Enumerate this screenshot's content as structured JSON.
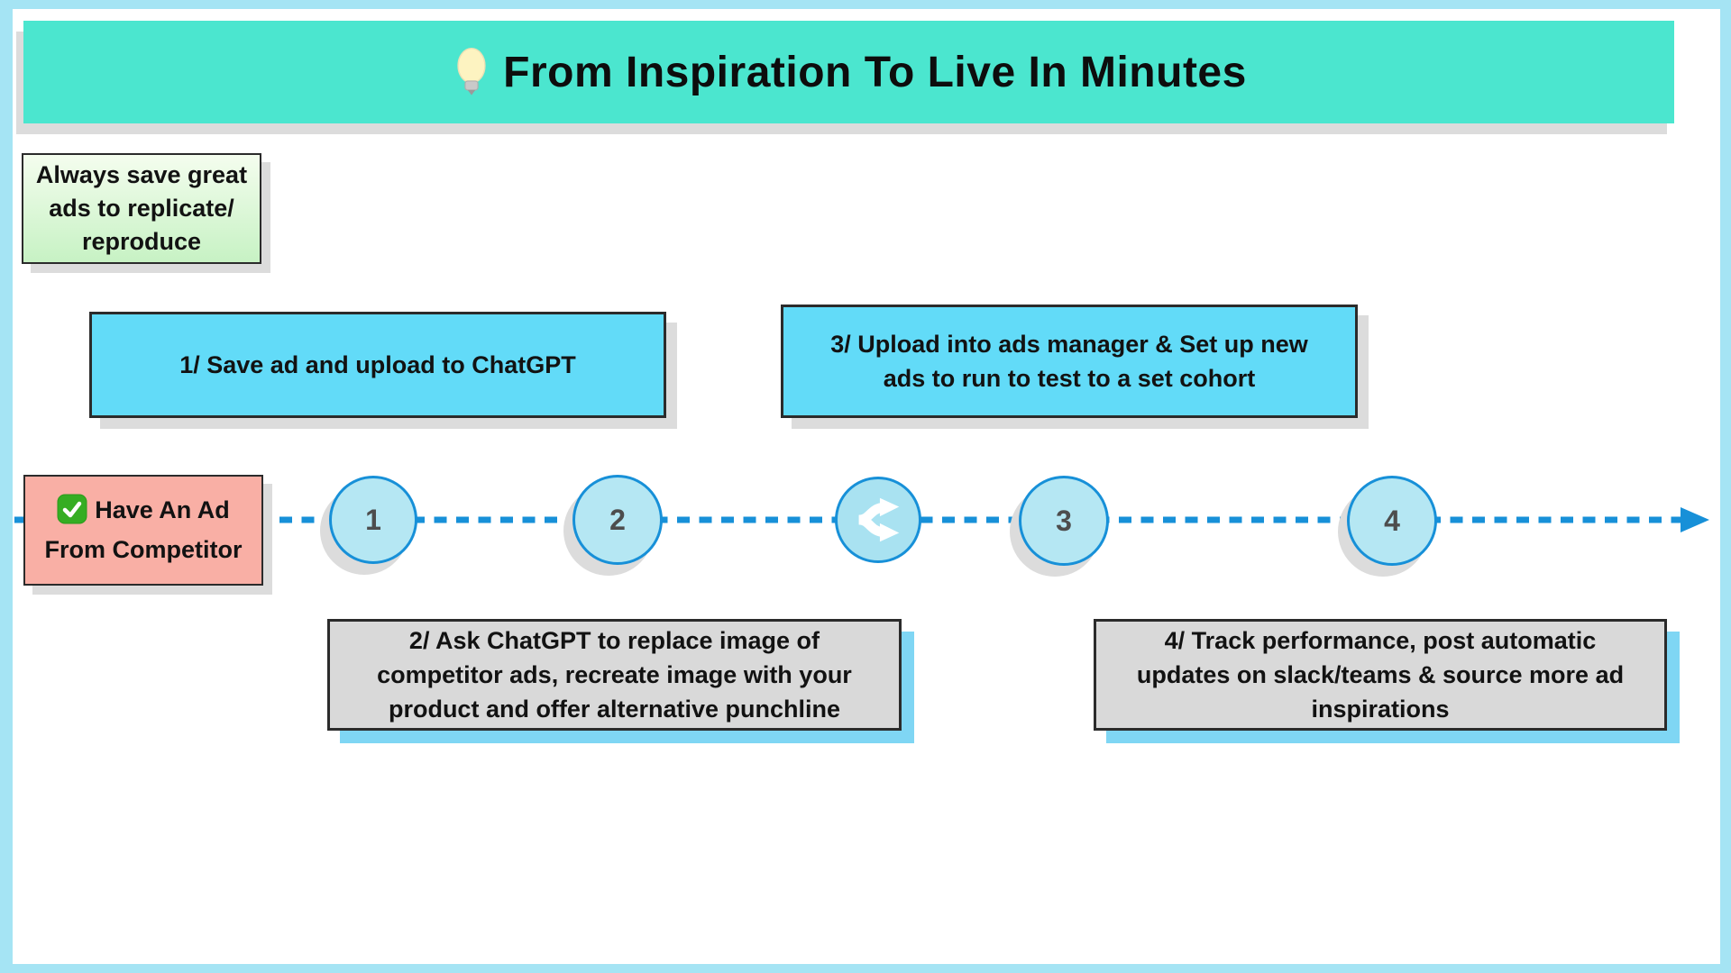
{
  "header": {
    "icon": "lightbulb-icon",
    "title": "From Inspiration To Live In Minutes"
  },
  "note": {
    "text": "Always save great\nads to replicate/\nreproduce"
  },
  "start": {
    "icon": "check-mark-icon",
    "label": "Have An Ad\nFrom Competitor"
  },
  "steps": [
    {
      "id": "1",
      "label": "1/ Save ad and upload to ChatGPT"
    },
    {
      "id": "2",
      "label": "2/ Ask ChatGPT to replace image of\ncompetitor ads, recreate image with your\nproduct and offer alternative punchline"
    },
    {
      "id": "3",
      "label": "3/ Upload into ads manager & Set up new\nads to run to test to a set cohort"
    },
    {
      "id": "4",
      "label": "4/ Track performance, post automatic\nupdates on slack/teams & source more ad\ninspirations"
    }
  ],
  "timeline": {
    "milestones": [
      "1",
      "2",
      "3",
      "4"
    ],
    "branch_icon": "split-arrows-icon"
  },
  "colors": {
    "frame_blue": "#a5e4f4",
    "header_teal": "#4be6cf",
    "step_blue": "#62dbf8",
    "note_green": "#d9f4cf",
    "start_pink": "#f9afa5",
    "detail_gray": "#d9d9d9",
    "accent_blue": "#1790d8",
    "gray_shadow": "#dcdcdc",
    "blue_shadow": "#7fd6f4"
  }
}
